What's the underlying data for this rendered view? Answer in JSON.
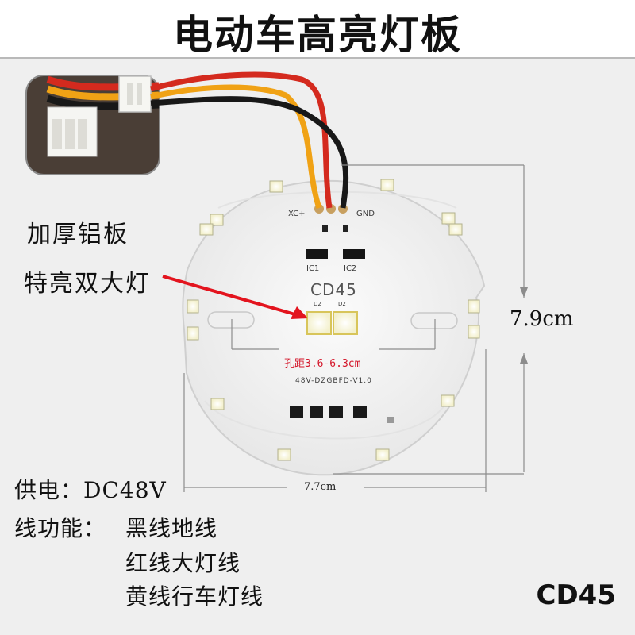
{
  "title": "电动车高亮灯板",
  "callouts": {
    "thick_board": "加厚铝板",
    "dual_led": "特亮双大灯"
  },
  "dimensions": {
    "height": "7.9cm",
    "width": "7.7cm",
    "hole_spacing": "孔距3.6-6.3cm"
  },
  "board_silkscreen": {
    "pin_left": "XC+",
    "pin_right": "GND",
    "ic1": "IC1",
    "ic2": "IC2",
    "model_code": "CD45",
    "part_number": "48V-DZGBFD-V1.0",
    "d2_left": "D2",
    "d2_right": "D2"
  },
  "specs": {
    "power": "供电：DC48V",
    "wire_function_label": "线功能：",
    "black_wire": "黑线地线",
    "red_wire": "红线大灯线",
    "yellow_wire": "黄线行车灯线"
  },
  "model_badge": "CD45",
  "colors": {
    "wire_red": "#d42a1e",
    "wire_yellow": "#f0a215",
    "wire_black": "#1a1a1a",
    "arrow_red": "#e3141e",
    "hole_text_red": "#d4162a"
  }
}
